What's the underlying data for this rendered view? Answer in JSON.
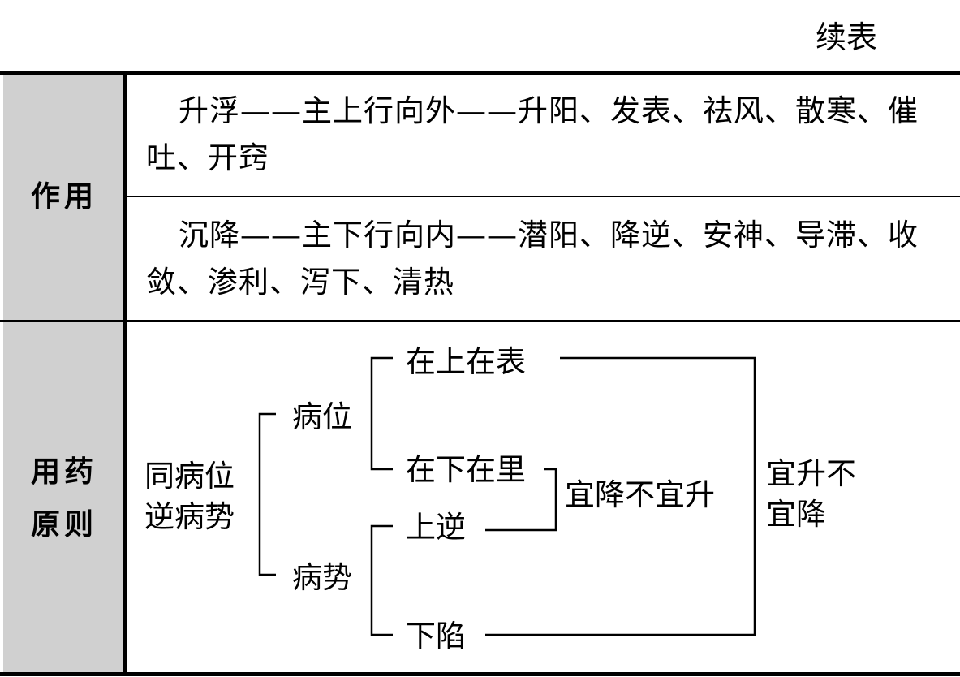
{
  "caption": "续表",
  "rows": [
    {
      "label": "作用",
      "entries": [
        "升浮——主上行向外——升阳、发表、祛风、散寒、催吐、开窍",
        "沉降——主下行向内——潜阳、降逆、安神、导滞、收敛、渗利、泻下、清热"
      ]
    },
    {
      "label_lines": [
        "用药",
        "原则"
      ],
      "diagram": {
        "root": [
          "同病位",
          "逆病势"
        ],
        "branches": [
          "病位",
          "病势"
        ],
        "leaves": [
          "在上在表",
          "在下在里",
          "上逆",
          "下陷"
        ],
        "result_descend": "宜降不宜升",
        "result_ascend": [
          "宜升不",
          "宜降"
        ]
      }
    }
  ]
}
